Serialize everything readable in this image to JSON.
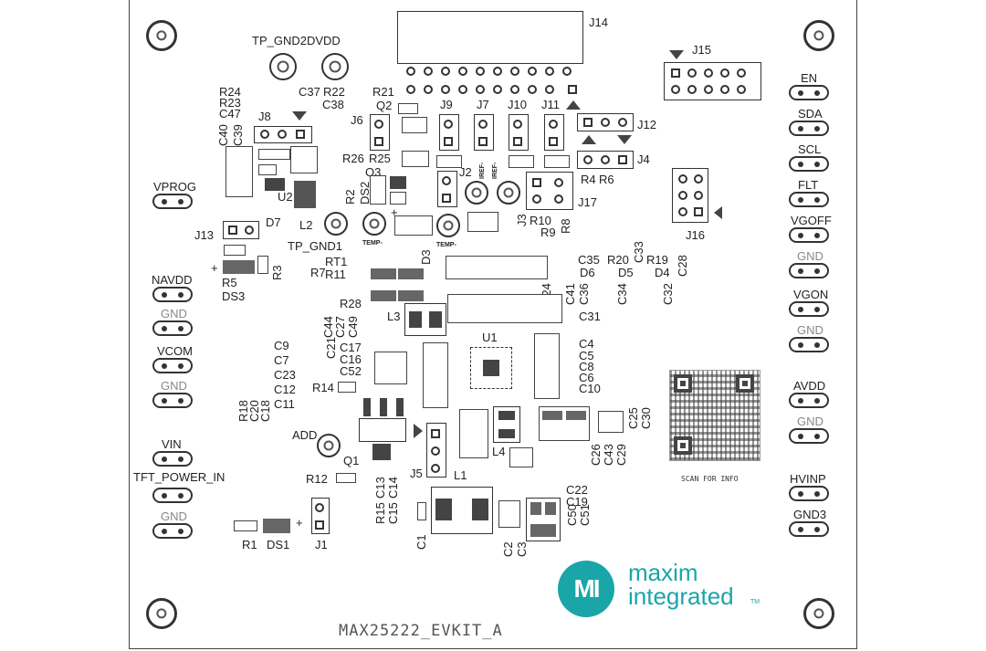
{
  "board": {
    "name": "MAX25222_EVKIT_A",
    "qr_caption": "SCAN FOR INFO",
    "logo_line1": "maxim",
    "logo_line2": "integrated",
    "logo_tm": "TM",
    "logo_mark": "MI"
  },
  "left_pads": {
    "vprog": "VPROG",
    "navdd": "NAVDD",
    "gnd_a": "GND",
    "vcom": "VCOM",
    "gnd_b": "GND",
    "vin": "VIN",
    "tft_power_in": "TFT_POWER_IN",
    "gnd_c": "GND"
  },
  "right_pads": {
    "en": "EN",
    "sda": "SDA",
    "scl": "SCL",
    "flt": "FLT",
    "vgoff": "VGOFF",
    "gnd_a": "GND",
    "vgon": "VGON",
    "gnd_b": "GND",
    "avdd": "AVDD",
    "gnd_c": "GND",
    "hvinp": "HVINP",
    "gnd3": "GND3"
  },
  "test_points": {
    "tp_gnd2dvdd": "TP_GND2DVDD",
    "tp_gnd1": "TP_GND1",
    "add": "ADD",
    "temp_a": "TEMP-",
    "temp_b": "TEMP-",
    "iref_a": "IREF-",
    "iref_b": "IREF-"
  },
  "designators": {
    "j14": "J14",
    "j15": "J15",
    "j16": "J16",
    "j12": "J12",
    "j4": "J4",
    "j17": "J17",
    "j13": "J13",
    "j8": "J8",
    "j6": "J6",
    "j9": "J9",
    "j7": "J7",
    "j10": "J10",
    "j11": "J11",
    "j2": "J2",
    "j3": "J3",
    "j5": "J5",
    "j1": "J1",
    "r24": "R24",
    "r23": "R23",
    "c47": "C47",
    "c40": "C40",
    "c39": "C39",
    "c37": "C37",
    "r22": "R22",
    "c38": "C38",
    "r21": "R21",
    "q2": "Q2",
    "r26": "R26",
    "r25": "R25",
    "q3": "Q3",
    "r2": "R2",
    "ds2": "DS2",
    "u2": "U2",
    "d7": "D7",
    "l2": "L2",
    "r3": "R3",
    "r5": "R5",
    "ds3": "DS3",
    "r7": "R7",
    "rt1": "RT1",
    "r11": "R11",
    "d3": "D3",
    "r28": "R28",
    "l3": "L3",
    "r4": "R4",
    "r6": "R6",
    "r10": "R10",
    "r8": "R8",
    "r9": "R9",
    "c35": "C35",
    "r20": "R20",
    "c33": "C33",
    "r19": "R19",
    "c28": "C28",
    "d6": "D6",
    "d5": "D5",
    "d4": "D4",
    "c36": "C36",
    "c34": "C34",
    "c32": "C32",
    "c24": "C24",
    "c41": "C41",
    "c31": "C31",
    "c44": "C44",
    "c27": "C27",
    "c49": "C49",
    "u1": "U1",
    "c21": "C21",
    "c9": "C9",
    "c7": "C7",
    "c23": "C23",
    "c12": "C12",
    "c11": "C11",
    "c17": "C17",
    "c52": "C52",
    "c16": "C16",
    "r14": "R14",
    "c4": "C4",
    "c5": "C5",
    "c8": "C8",
    "c6": "C6",
    "c10": "C10",
    "r18": "R18",
    "c20": "C20",
    "c18": "C18",
    "c25": "C25",
    "c30": "C30",
    "q1": "Q1",
    "l4": "L4",
    "c26": "C26",
    "c43": "C43",
    "c29": "C29",
    "r12": "R12",
    "l1": "L1",
    "r15": "R15",
    "c13": "C13",
    "c15": "C15",
    "c14": "C14",
    "c22": "C22",
    "c19": "C19",
    "c50": "C50",
    "c51": "C51",
    "c1": "C1",
    "c2": "C2",
    "c3": "C3",
    "r1": "R1",
    "ds1": "DS1"
  },
  "colors": {
    "silkscreen": "#333333",
    "brand_teal": "#1aa5a8",
    "board_bg": "#ffffff"
  }
}
